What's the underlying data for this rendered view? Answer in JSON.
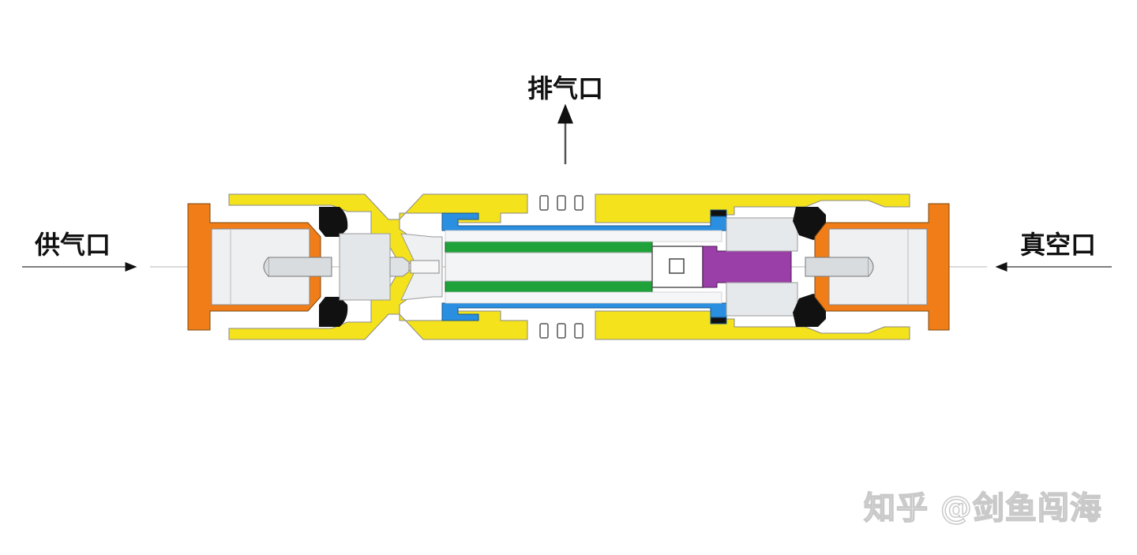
{
  "labels": {
    "exhaust_port": "排气口",
    "supply_port": "供气口",
    "vacuum_port": "真空口"
  },
  "watermark": "知乎 @剑鱼闯海",
  "colors": {
    "body": "#f4e21c",
    "cap": "#f07d18",
    "seal": "#111111",
    "nozzle_tube": "#1fa23a",
    "diffuser_sleeve": "#2a8fe0",
    "check_valve": "#9b3fa8",
    "metal": "#c9ced3"
  }
}
